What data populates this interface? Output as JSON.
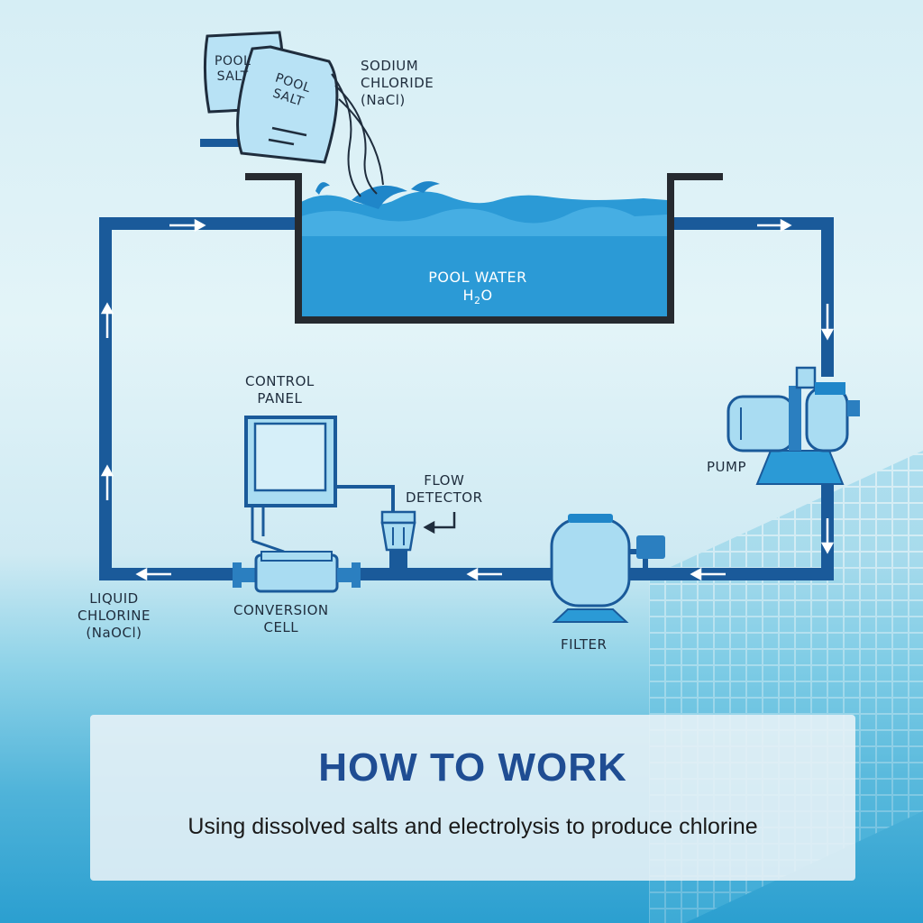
{
  "diagram": {
    "sodium_chloride_label": "SODIUM\nCHLORIDE\n(NaCl)",
    "pool_salt_bag_1": "POOL\nSALT",
    "pool_salt_bag_2": "POOL\nSALT",
    "pool_water_label": "POOL WATER",
    "pool_water_formula_main": "H",
    "pool_water_formula_sub": "2",
    "pool_water_formula_tail": "O",
    "control_panel_label": "CONTROL\nPANEL",
    "flow_detector_label": "FLOW\nDETECTOR",
    "pump_label": "PUMP",
    "filter_label": "FILTER",
    "conversion_cell_label": "CONVERSION\nCELL",
    "liquid_chlorine_label": "LIQUID\nCHLORINE\n(NaOCl)"
  },
  "info": {
    "heading": "HOW TO WORK",
    "subtitle": "Using dissolved salts and electrolysis to produce chlorine"
  },
  "colors": {
    "pipe": "#1a5a9a",
    "water": "#2b9ad6",
    "component_fill": "#a9dcf2",
    "heading": "#1f4d93"
  }
}
